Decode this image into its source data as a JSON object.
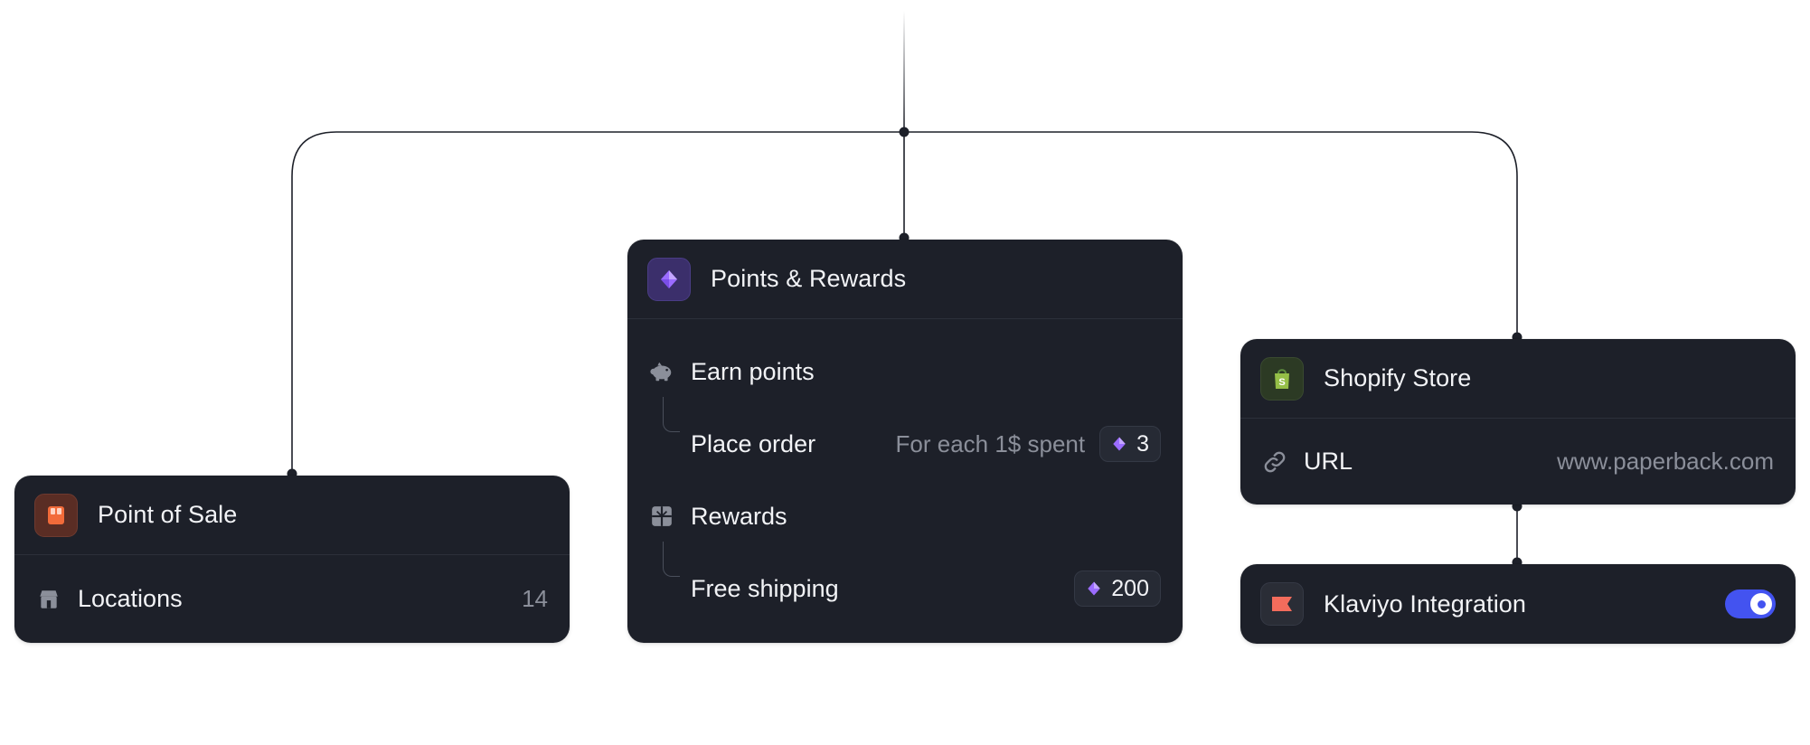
{
  "point_of_sale": {
    "title": "Point of Sale",
    "icon": "store-icon",
    "locations_label": "Locations",
    "locations_count": "14"
  },
  "points_rewards": {
    "title": "Points & Rewards",
    "icon": "diamond-icon",
    "earn_points_label": "Earn points",
    "place_order_label": "Place order",
    "place_order_rule": "For each 1$ spent",
    "place_order_points": "3",
    "rewards_label": "Rewards",
    "free_shipping_label": "Free shipping",
    "free_shipping_points": "200"
  },
  "shopify": {
    "title": "Shopify Store",
    "icon": "shopify-bag-icon",
    "url_label": "URL",
    "url_value": "www.paperback.com"
  },
  "klaviyo": {
    "title": "Klaviyo Integration",
    "icon": "klaviyo-flag-icon",
    "enabled": true
  },
  "colors": {
    "card_bg": "#1d2029",
    "accent_toggle": "#4353f0",
    "diamond": "#8b5cf6",
    "pos_icon": "#f26b3a",
    "shopify_icon": "#95bf47",
    "klaviyo_icon": "#f36c5c",
    "connector": "#1d2029"
  }
}
